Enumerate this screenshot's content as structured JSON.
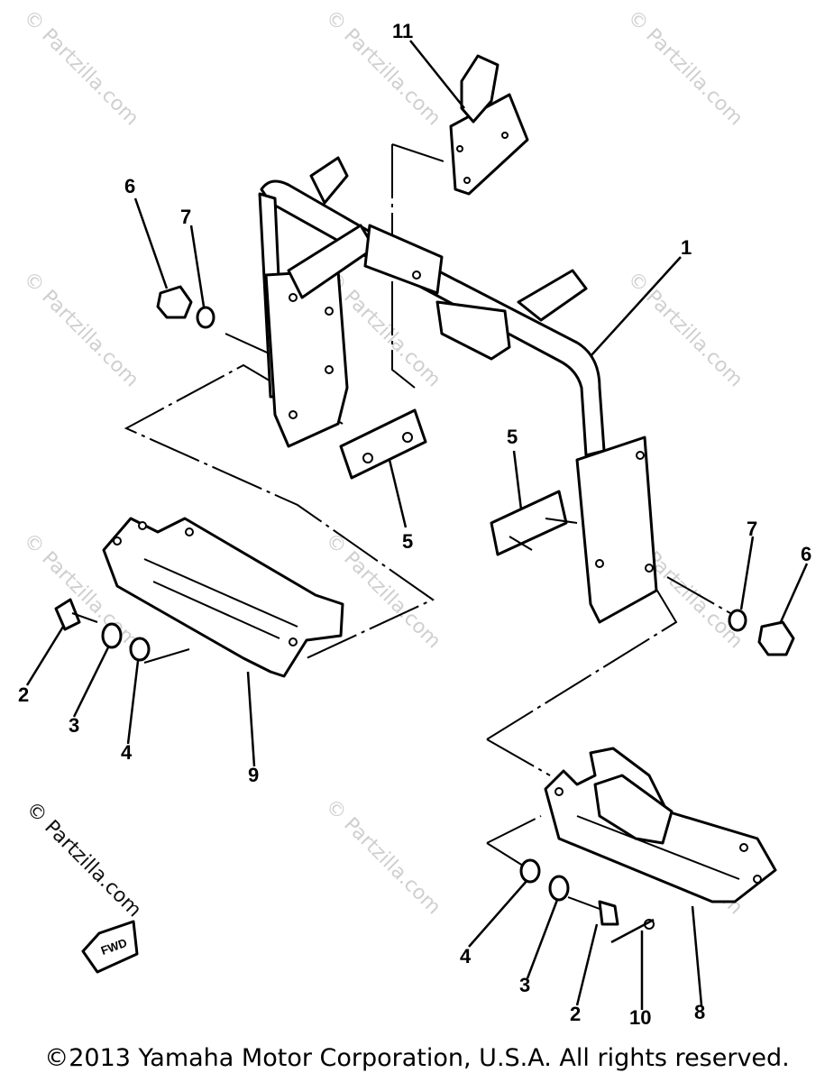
{
  "diagram": {
    "callouts": {
      "p11": "11",
      "p1": "1",
      "p6_left": "6",
      "p7_left": "7",
      "p5_left": "5",
      "p5_right": "5",
      "p7_right": "7",
      "p6_right": "6",
      "p2_left": "2",
      "p3_left": "3",
      "p4_left": "4",
      "p9": "9",
      "p4_right": "4",
      "p3_right": "3",
      "p2_right": "2",
      "p10": "10",
      "p8": "8"
    },
    "fwd_label": "FWD",
    "watermark": "© Partzilla.com"
  },
  "footer": {
    "copyright": "©2013  Yamaha Motor Corporation, U.S.A. All rights reserved."
  }
}
